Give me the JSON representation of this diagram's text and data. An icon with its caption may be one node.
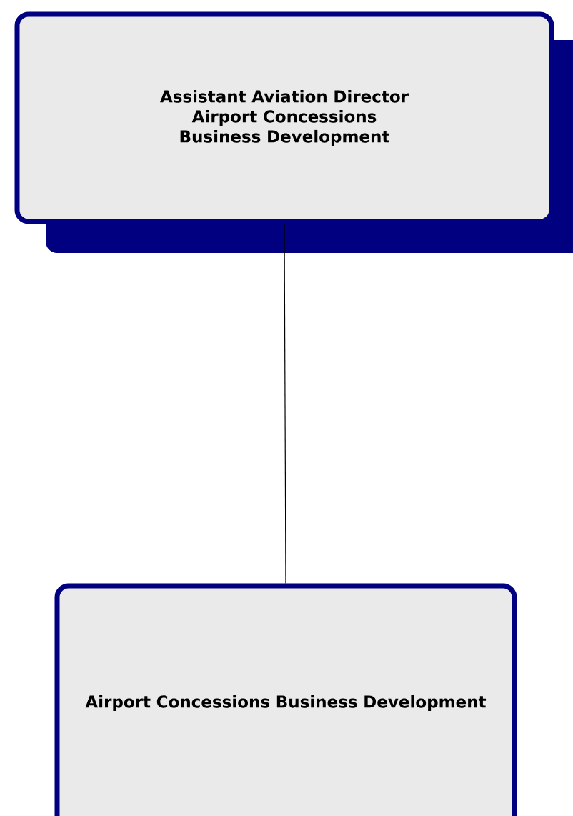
{
  "diagram": {
    "nodes": [
      {
        "text": [
          "Assistant Aviation Director",
          "Airport Concessions",
          "Business Development"
        ]
      },
      {
        "text": [
          "Airport Concessions Business Development"
        ]
      }
    ],
    "edges": [
      {
        "from": 0,
        "to": 1,
        "arrow": "none"
      }
    ]
  }
}
